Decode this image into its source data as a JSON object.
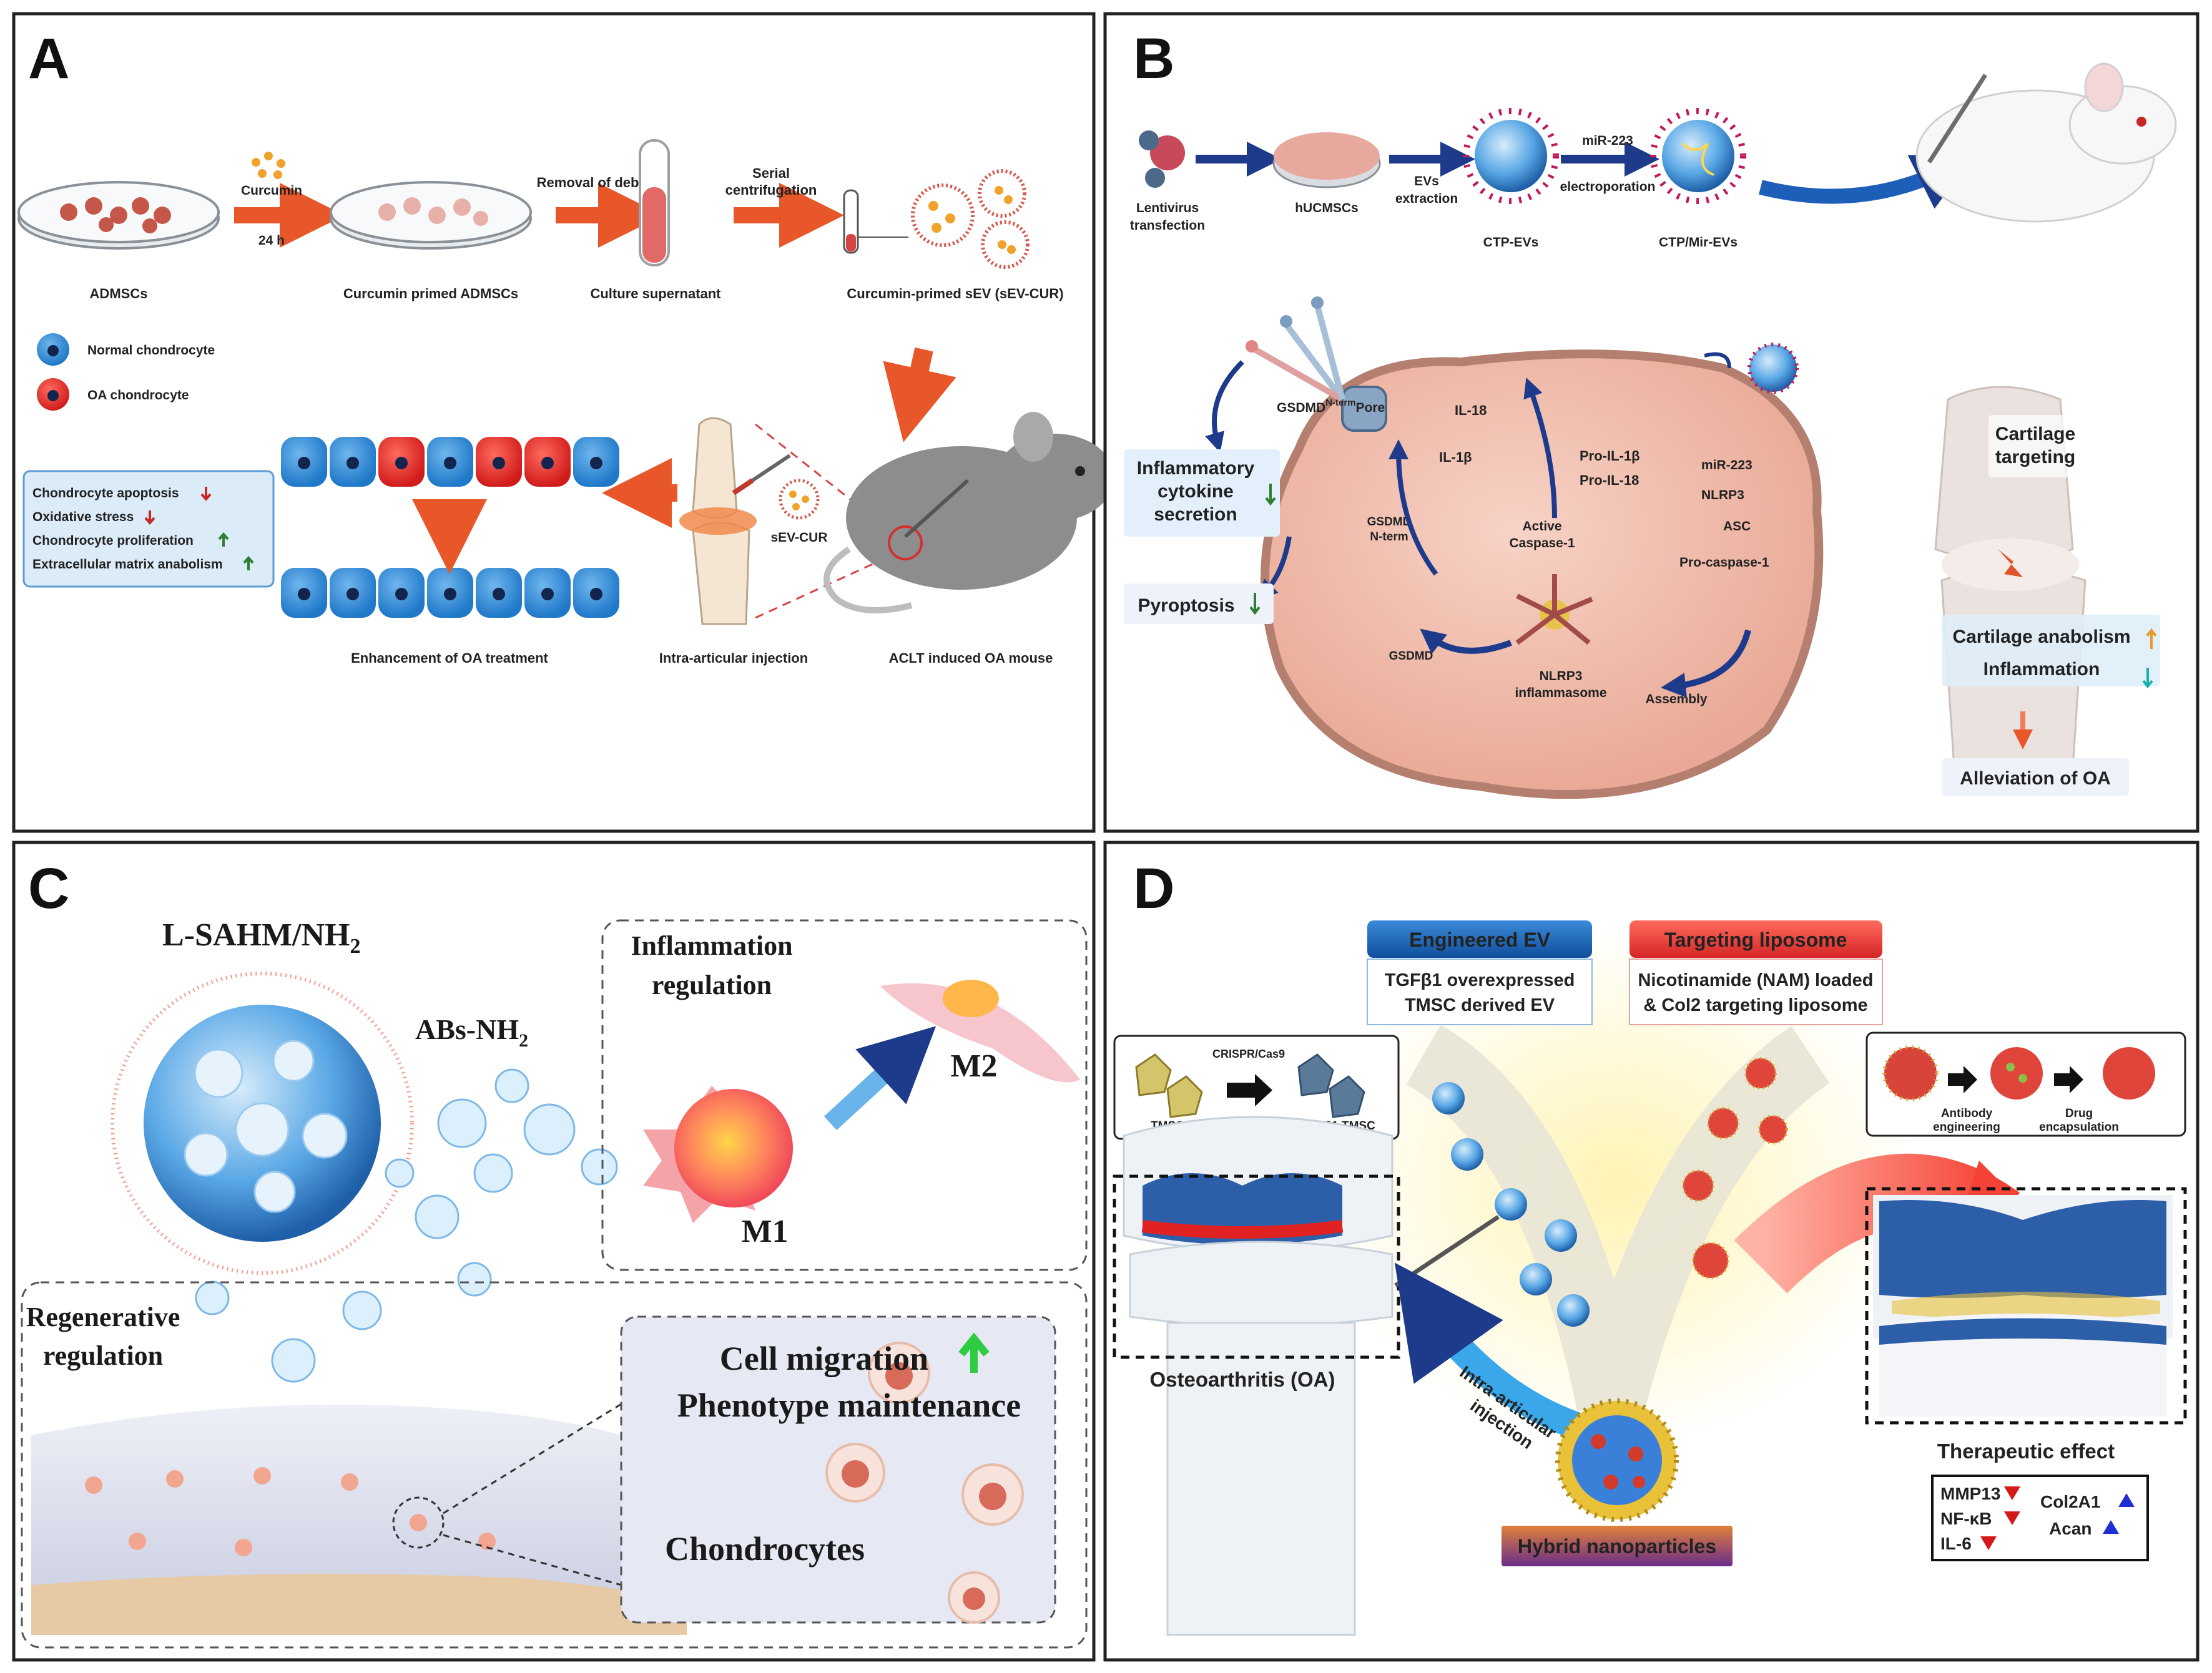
{
  "panels": {
    "a": {
      "letter": "A",
      "steps": [
        "ADMSCs",
        "Curcumin primed ADMSCs",
        "Culture supernatant",
        "Curcumin-primed sEV (sEV-CUR)"
      ],
      "arrow_labels": {
        "curcumin": "Curcumin",
        "time": "24 h",
        "removal": "Removal of debris",
        "serial": "Serial",
        "centrifugation": "centrifugation"
      },
      "legend": {
        "normal": "Normal chondrocyte",
        "oa": "OA chondrocyte"
      },
      "effects": [
        "Chondrocyte apoptosis",
        "Oxidative stress",
        "Chondrocyte proliferation",
        "Extracellular matrix anabolism"
      ],
      "effect_dirs": [
        "down",
        "down",
        "up",
        "up"
      ],
      "sev_cur": "sEV-CUR",
      "bottom_labels": {
        "enhancement": "Enhancement of OA treatment",
        "injection": "Intra-articular injection",
        "mouse": "ACLT induced OA mouse"
      }
    },
    "b": {
      "letter": "B",
      "top_labels": {
        "lentivirus_1": "Lentivirus",
        "lentivirus_2": "transfection",
        "hucmscs": "hUCMSCs",
        "evs_1": "EVs",
        "evs_2": "extraction",
        "ctp_evs": "CTP-EVs",
        "mir223": "miR-223",
        "electroporation": "electroporation",
        "ctp_mir": "CTP/Mir-EVs"
      },
      "gsdmd_pore_main": "GSDMD",
      "gsdmd_pore_sup": "N-term",
      "gsdmd_pore_tail": "Pore",
      "outcomes": {
        "inflam_1": "Inflammatory",
        "inflam_2": "cytokine",
        "inflam_3": "secretion",
        "pyroptosis": "Pyroptosis"
      },
      "cell_labels": {
        "il18": "IL-18",
        "il1b": "IL-1β",
        "pro_il1b": "Pro-IL-1β",
        "pro_il18": "Pro-IL-18",
        "mir223": "miR-223",
        "nlrp3": "NLRP3",
        "asc": "ASC",
        "pro_casp": "Pro-caspase-1",
        "active_1": "Active",
        "active_2": "Caspase-1",
        "gsdmd_n_1": "GSDMD",
        "gsdmd_n_2": "N-term",
        "gsdmd": "GSDMD",
        "inflammasome_1": "NLRP3",
        "inflammasome_2": "inflammasome",
        "assembly": "Assembly"
      },
      "joint_labels": {
        "ct_1": "Cartilage",
        "ct_2": "targeting",
        "anabolism": "Cartilage anabolism",
        "inflammation": "Inflammation",
        "alleviation": "Alleviation of OA"
      }
    },
    "c": {
      "letter": "C",
      "particle_main": "L-SAHM/NH",
      "particle_sub": "2",
      "abs_main": "ABs-NH",
      "abs_sub": "2",
      "inflam_1": "Inflammation",
      "inflam_2": "regulation",
      "m1": "M1",
      "m2": "M2",
      "regen_1": "Regenerative",
      "regen_2": "regulation",
      "cell_migration": "Cell migration",
      "phenotype": "Phenotype maintenance",
      "chondrocytes": "Chondrocytes"
    },
    "d": {
      "letter": "D",
      "engineered_ev": "Engineered EV",
      "ev_desc_1": "TGFβ1 overexpressed",
      "ev_desc_2": "TMSC derived EV",
      "targeting_lipo": "Targeting liposome",
      "lipo_desc_1": "Nicotinamide (NAM) loaded",
      "lipo_desc_2": "& Col2 targeting liposome",
      "crispr": "CRISPR/Cas9",
      "tmsc": "TMSC",
      "tgf_tmsc": "TGF-β1 TMSC",
      "antibody_1": "Antibody",
      "antibody_2": "engineering",
      "drug_1": "Drug",
      "drug_2": "encapsulation",
      "oa": "Osteoarthritis (OA)",
      "injection_1": "Intra-articular",
      "injection_2": "injection",
      "hybrid": "Hybrid nanoparticles",
      "therapeutic": "Therapeutic effect",
      "down_markers": [
        "MMP13",
        "NF-κB",
        "IL-6"
      ],
      "up_markers": [
        "Col2A1",
        "Acan"
      ]
    }
  },
  "colors": {
    "border": "#222222",
    "orange_arrow": "#e8572a",
    "cartilage_blue": "#3f8fd6",
    "oa_red": "#e02222",
    "ev_blue": "#1565c0",
    "lipo_red": "#e53935",
    "down_red": "#d41818",
    "up_blue": "#1f2fd6"
  }
}
